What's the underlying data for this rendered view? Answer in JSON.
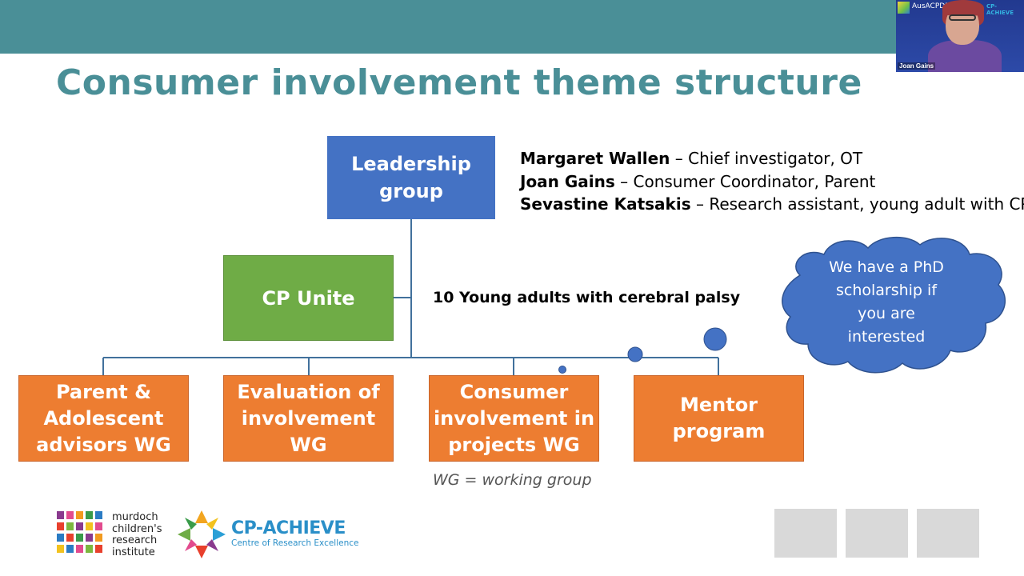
{
  "slide": {
    "title": "Consumer involvement theme structure",
    "leadership_box": "Leadership\ngroup",
    "people": [
      {
        "name": "Margaret Wallen",
        "role": " – Chief investigator, OT"
      },
      {
        "name": "Joan Gains",
        "role": " – Consumer Coordinator, Parent"
      },
      {
        "name": "Sevastine Katsakis",
        "role": " – Research assistant, young adult with CP"
      }
    ],
    "cp_unite_box": "CP Unite",
    "cp_unite_note": "10 Young adults with cerebral palsy",
    "working_groups": [
      "Parent &\nAdolescent\nadvisors WG",
      "Evaluation of\ninvolvement\nWG",
      "Consumer\ninvolvement in\nprojects WG",
      "Mentor\nprogram"
    ],
    "wg_note": "WG = working group",
    "cloud_text": "We have a PhD\nscholarship if\nyou are\ninterested"
  },
  "logos": {
    "mcri_text": "murdoch\nchildren's\nresearch\ninstitute",
    "cp_achieve_name": "CP-ACHIEVE",
    "cp_achieve_sub": "Centre of Research Excellence"
  },
  "video": {
    "participant_name": "Joan Gains",
    "org_label": "AusACPDM",
    "org_label_2": "CP-ACHIEVE"
  },
  "colors": {
    "header_bar": "#4a8f97",
    "title": "#4a8f97",
    "leadership": "#4472c4",
    "cp_unite": "#6fac46",
    "working_group": "#ed7d31",
    "cloud": "#4472c4"
  }
}
